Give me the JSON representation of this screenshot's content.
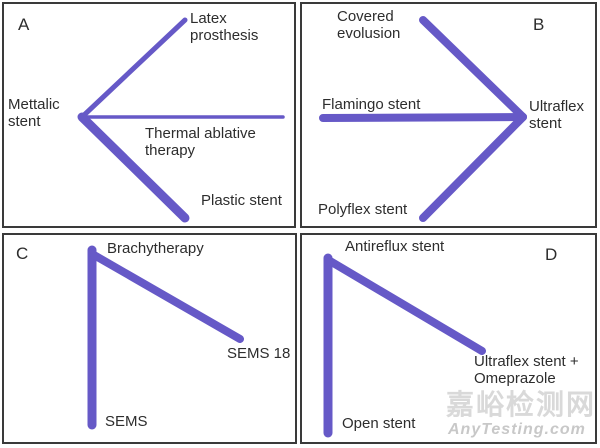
{
  "figure": {
    "background": "#ffffff",
    "line_color": "#6659c7",
    "border_color": "#3a3a3a",
    "text_color": "#2d2d2d",
    "watermark_cn_color": "#d9d9d9",
    "watermark_en_color": "#c8c8c8"
  },
  "panels": {
    "a": {
      "letter": "A",
      "hub_label": "Mettalic\nstent",
      "branch_top": "Latex\nprosthesis",
      "branch_middle": "Thermal ablative\ntherapy",
      "branch_bottom": "Plastic stent"
    },
    "b": {
      "letter": "B",
      "branch_top": "Covered\nevolusion",
      "branch_middle": "Flamingo stent",
      "hub_label": "Ultraflex\nstent",
      "branch_bottom": "Polyflex stent"
    },
    "c": {
      "letter": "C",
      "apex_label": "Brachytherapy",
      "right_label": "SEMS 18",
      "bottom_label": "SEMS"
    },
    "d": {
      "letter": "D",
      "apex_label": "Antireflux stent",
      "right_label": "Ultraflex stent +\nOmeprazole",
      "bottom_label": "Open stent"
    }
  },
  "watermark": {
    "site_name_cn": "嘉峪检测网",
    "site_name_en": "AnyTesting.com"
  }
}
